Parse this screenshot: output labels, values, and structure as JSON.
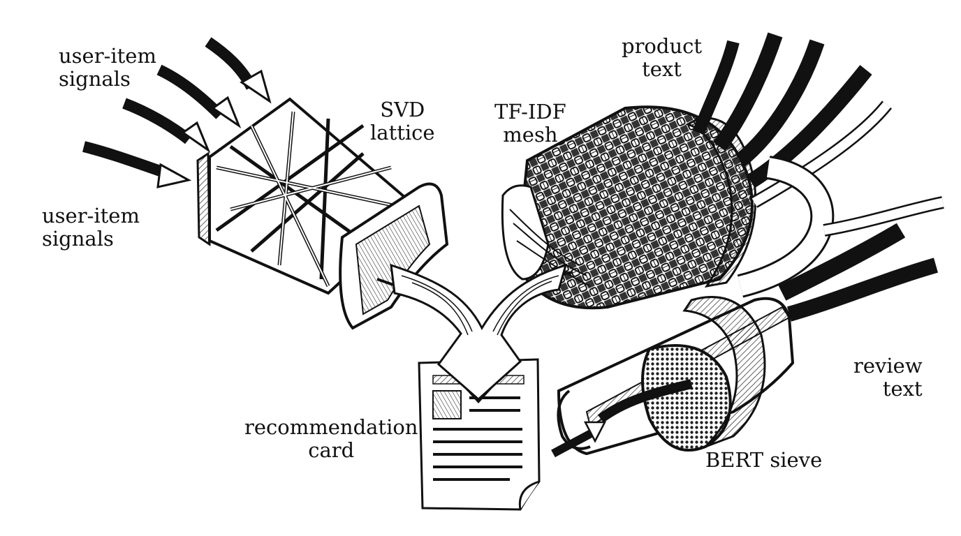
{
  "labels": {
    "user_item_top": [
      "user-item",
      "signals"
    ],
    "user_item_bottom": [
      "user-item",
      "signals"
    ],
    "svd": [
      "SVD",
      "lattice"
    ],
    "tfidf": [
      "TF-IDF",
      "mesh"
    ],
    "product": [
      "product",
      "text"
    ],
    "review": [
      "review",
      "text"
    ],
    "bert": "BERT sieve",
    "card": [
      "recommendation",
      "card"
    ]
  },
  "colors": {
    "ink": "#111111",
    "paper": "#ffffff"
  }
}
